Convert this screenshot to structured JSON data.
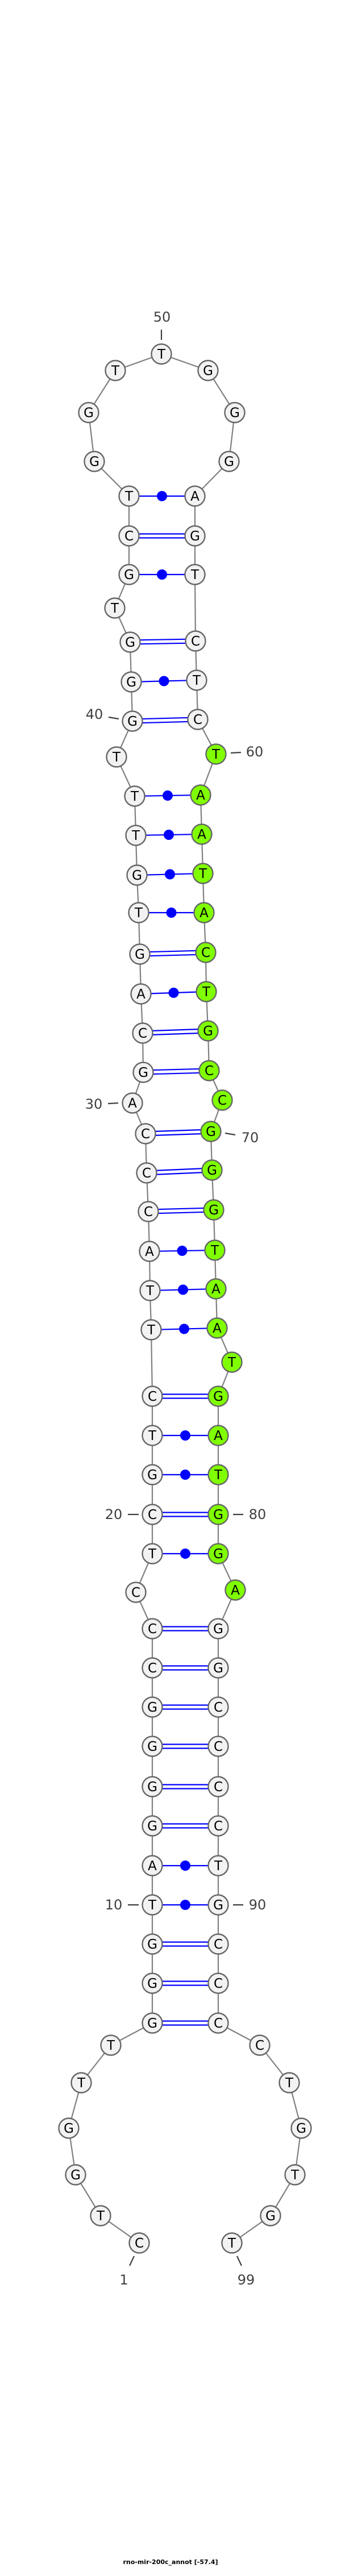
{
  "title": "rno-mir-200c_annot [-57.4]",
  "sequence": "CTGGTTGGGTAGGGGCCCTCGTCTTACCCAGCAGTGTTTGGGTGCTGGTTGGGAGTCTCTAATACTGCCGGGTAATGATGGAGGCCCCTGCCCCTGTGT",
  "pairs": [
    [
      7,
      93
    ],
    [
      8,
      92
    ],
    [
      9,
      91
    ],
    [
      10,
      90
    ],
    [
      11,
      89
    ],
    [
      12,
      88
    ],
    [
      13,
      87
    ],
    [
      14,
      86
    ],
    [
      15,
      85
    ],
    [
      16,
      84
    ],
    [
      17,
      83
    ],
    [
      19,
      81
    ],
    [
      20,
      80
    ],
    [
      21,
      79
    ],
    [
      22,
      78
    ],
    [
      23,
      77
    ],
    [
      24,
      75
    ],
    [
      25,
      74
    ],
    [
      26,
      73
    ],
    [
      27,
      72
    ],
    [
      28,
      71
    ],
    [
      29,
      70
    ],
    [
      31,
      68
    ],
    [
      32,
      67
    ],
    [
      33,
      66
    ],
    [
      34,
      65
    ],
    [
      35,
      64
    ],
    [
      36,
      63
    ],
    [
      37,
      62
    ],
    [
      38,
      61
    ],
    [
      40,
      59
    ],
    [
      41,
      58
    ],
    [
      42,
      57
    ],
    [
      44,
      56
    ],
    [
      45,
      55
    ],
    [
      46,
      54
    ]
  ],
  "highlight": {
    "from": 60,
    "to": 82,
    "color": "#7fff00"
  },
  "colors": {
    "nucleotide_fill": "#f2f2f2",
    "pair": "#0000ff",
    "backbone": "#808080"
  },
  "position_labels": [
    1,
    10,
    20,
    30,
    40,
    50,
    60,
    70,
    80,
    90,
    99
  ]
}
